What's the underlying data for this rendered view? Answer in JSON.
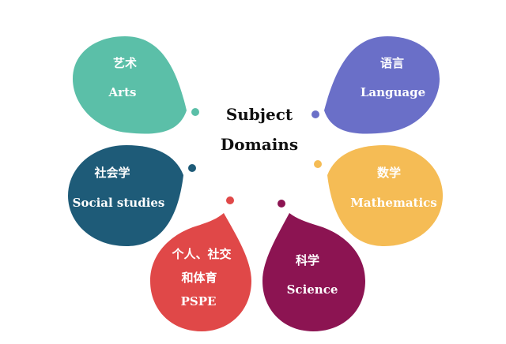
{
  "center": {
    "line1": "Subject",
    "line2": "Domains"
  },
  "domains": [
    {
      "key": "arts",
      "cn": "艺术",
      "en": "Arts",
      "color": "#5bbfa8"
    },
    {
      "key": "language",
      "cn": "语言",
      "en": "Language",
      "color": "#6a6fc8"
    },
    {
      "key": "social",
      "cn": "社会学",
      "en": "Social studies",
      "color": "#1e5b78"
    },
    {
      "key": "math",
      "cn": "数学",
      "en": "Mathematics",
      "color": "#f5bc55"
    },
    {
      "key": "pspe",
      "cn1": "个人、社交",
      "cn2": "和体育",
      "en": "PSPE",
      "color": "#e04848"
    },
    {
      "key": "science",
      "cn": "科学",
      "en": "Science",
      "color": "#8c1452"
    }
  ]
}
